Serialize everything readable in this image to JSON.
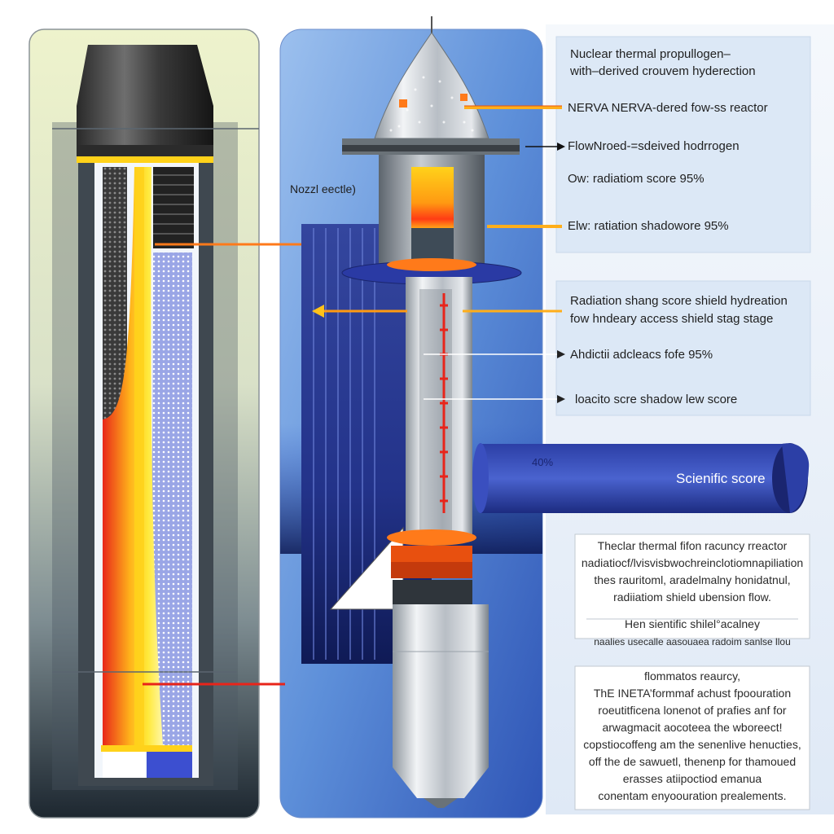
{
  "colors": {
    "left_panel_top": "#ecf2c9",
    "left_panel_bottom": "#1f2a33",
    "center_panel": "#6f9fe0",
    "flame_yellow": "#ffd21a",
    "flame_red": "#e8241a",
    "shield_blue": "#2b3fa8",
    "label_box": "#dce8f6"
  },
  "icons": [
    "nozzle-cone-icon",
    "arrow-right-icon",
    "arrow-left-icon",
    "pipe-icon"
  ],
  "labels": {
    "nozzle": "Nozzl eectle)",
    "pipe_value": "40%",
    "pipe_label": "Scienific score"
  },
  "top_box": {
    "title_line1": "Nuclear thermal propullogen–",
    "title_line2": "with–derived crouvem hyderection",
    "item1": "NERVA NERVA-dered fow-ss reactor",
    "item2": "FlowNroed-=sdeived hodrrogen",
    "item3": "Ow: radiatiom score 95%",
    "item4": "Elw: ratiation shadowore 95%"
  },
  "mid_box": {
    "title_line1": "Radiation shang score shield hydreation",
    "title_line2": "fow hndeary access shield stag stage",
    "item1": "Ahdictii adcleacs fofe 95%",
    "item2": "loacito scre shadow lew score"
  },
  "para1": {
    "lines": [
      "Theclar thermal fifon racuncy rreactor",
      "nadiatiocf/lvisvisbwochreinclotiomnapiliation",
      "thes rauritoml, aradelmalny honidatnul,",
      "radiiatiom shield ubension flow."
    ],
    "sub_title": "Hen sientific shilel°acalney",
    "sub_line": "naalies usecalle aasouaea radoim sanlse llou"
  },
  "para2": {
    "lines": [
      "flommatos reaurcy,",
      "ThE INETA’formmaf achust fpoouration",
      "roeutitficena lonenot of prafies anf for",
      "arwagmacit aocoteea the wboreect!",
      "copstiocoffeng am the senenlive henucties,",
      "off the de sawuetl, thenenp for thamoued",
      "erasses atiipoctiod emanua",
      "conentam enyoouration prealements."
    ]
  }
}
